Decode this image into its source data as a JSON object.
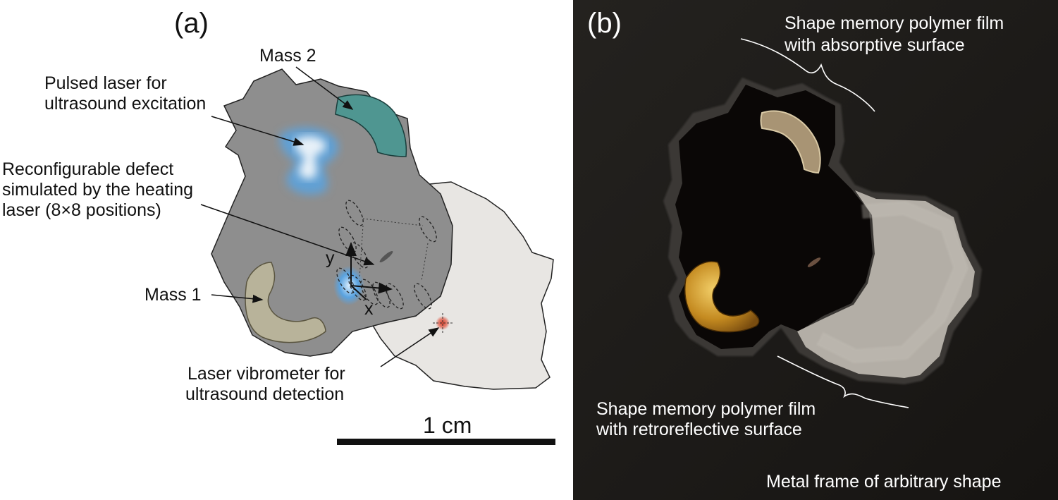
{
  "panel_a": {
    "letter": "(a)",
    "mass2": "Mass 2",
    "pulsed_laser": [
      "Pulsed laser for",
      "ultrasound excitation"
    ],
    "defect": [
      "Reconfigurable defect",
      "simulated by the heating",
      "laser (8×8 positions)"
    ],
    "mass1": "Mass 1",
    "axis_y": "y",
    "axis_x": "x",
    "vibrometer": [
      "Laser vibrometer for",
      "ultrasound detection"
    ],
    "scale_bar": "1 cm"
  },
  "panel_b": {
    "letter": "(b)",
    "absorptive": [
      "Shape memory polymer film",
      "with absorptive surface"
    ],
    "retroreflective": [
      "Shape memory polymer film",
      "with retroreflective surface"
    ],
    "frame": "Metal frame of arbitrary shape"
  },
  "colors": {
    "dark_film": "#8e8e8e",
    "light_film": "#e8e6e3",
    "mass1": "#b8b39a",
    "mass2": "#4f9691",
    "laser_blue": "#5aa3e0",
    "vibrometer_dot": "#e0402a",
    "frame_dark": "#1c1a18"
  }
}
